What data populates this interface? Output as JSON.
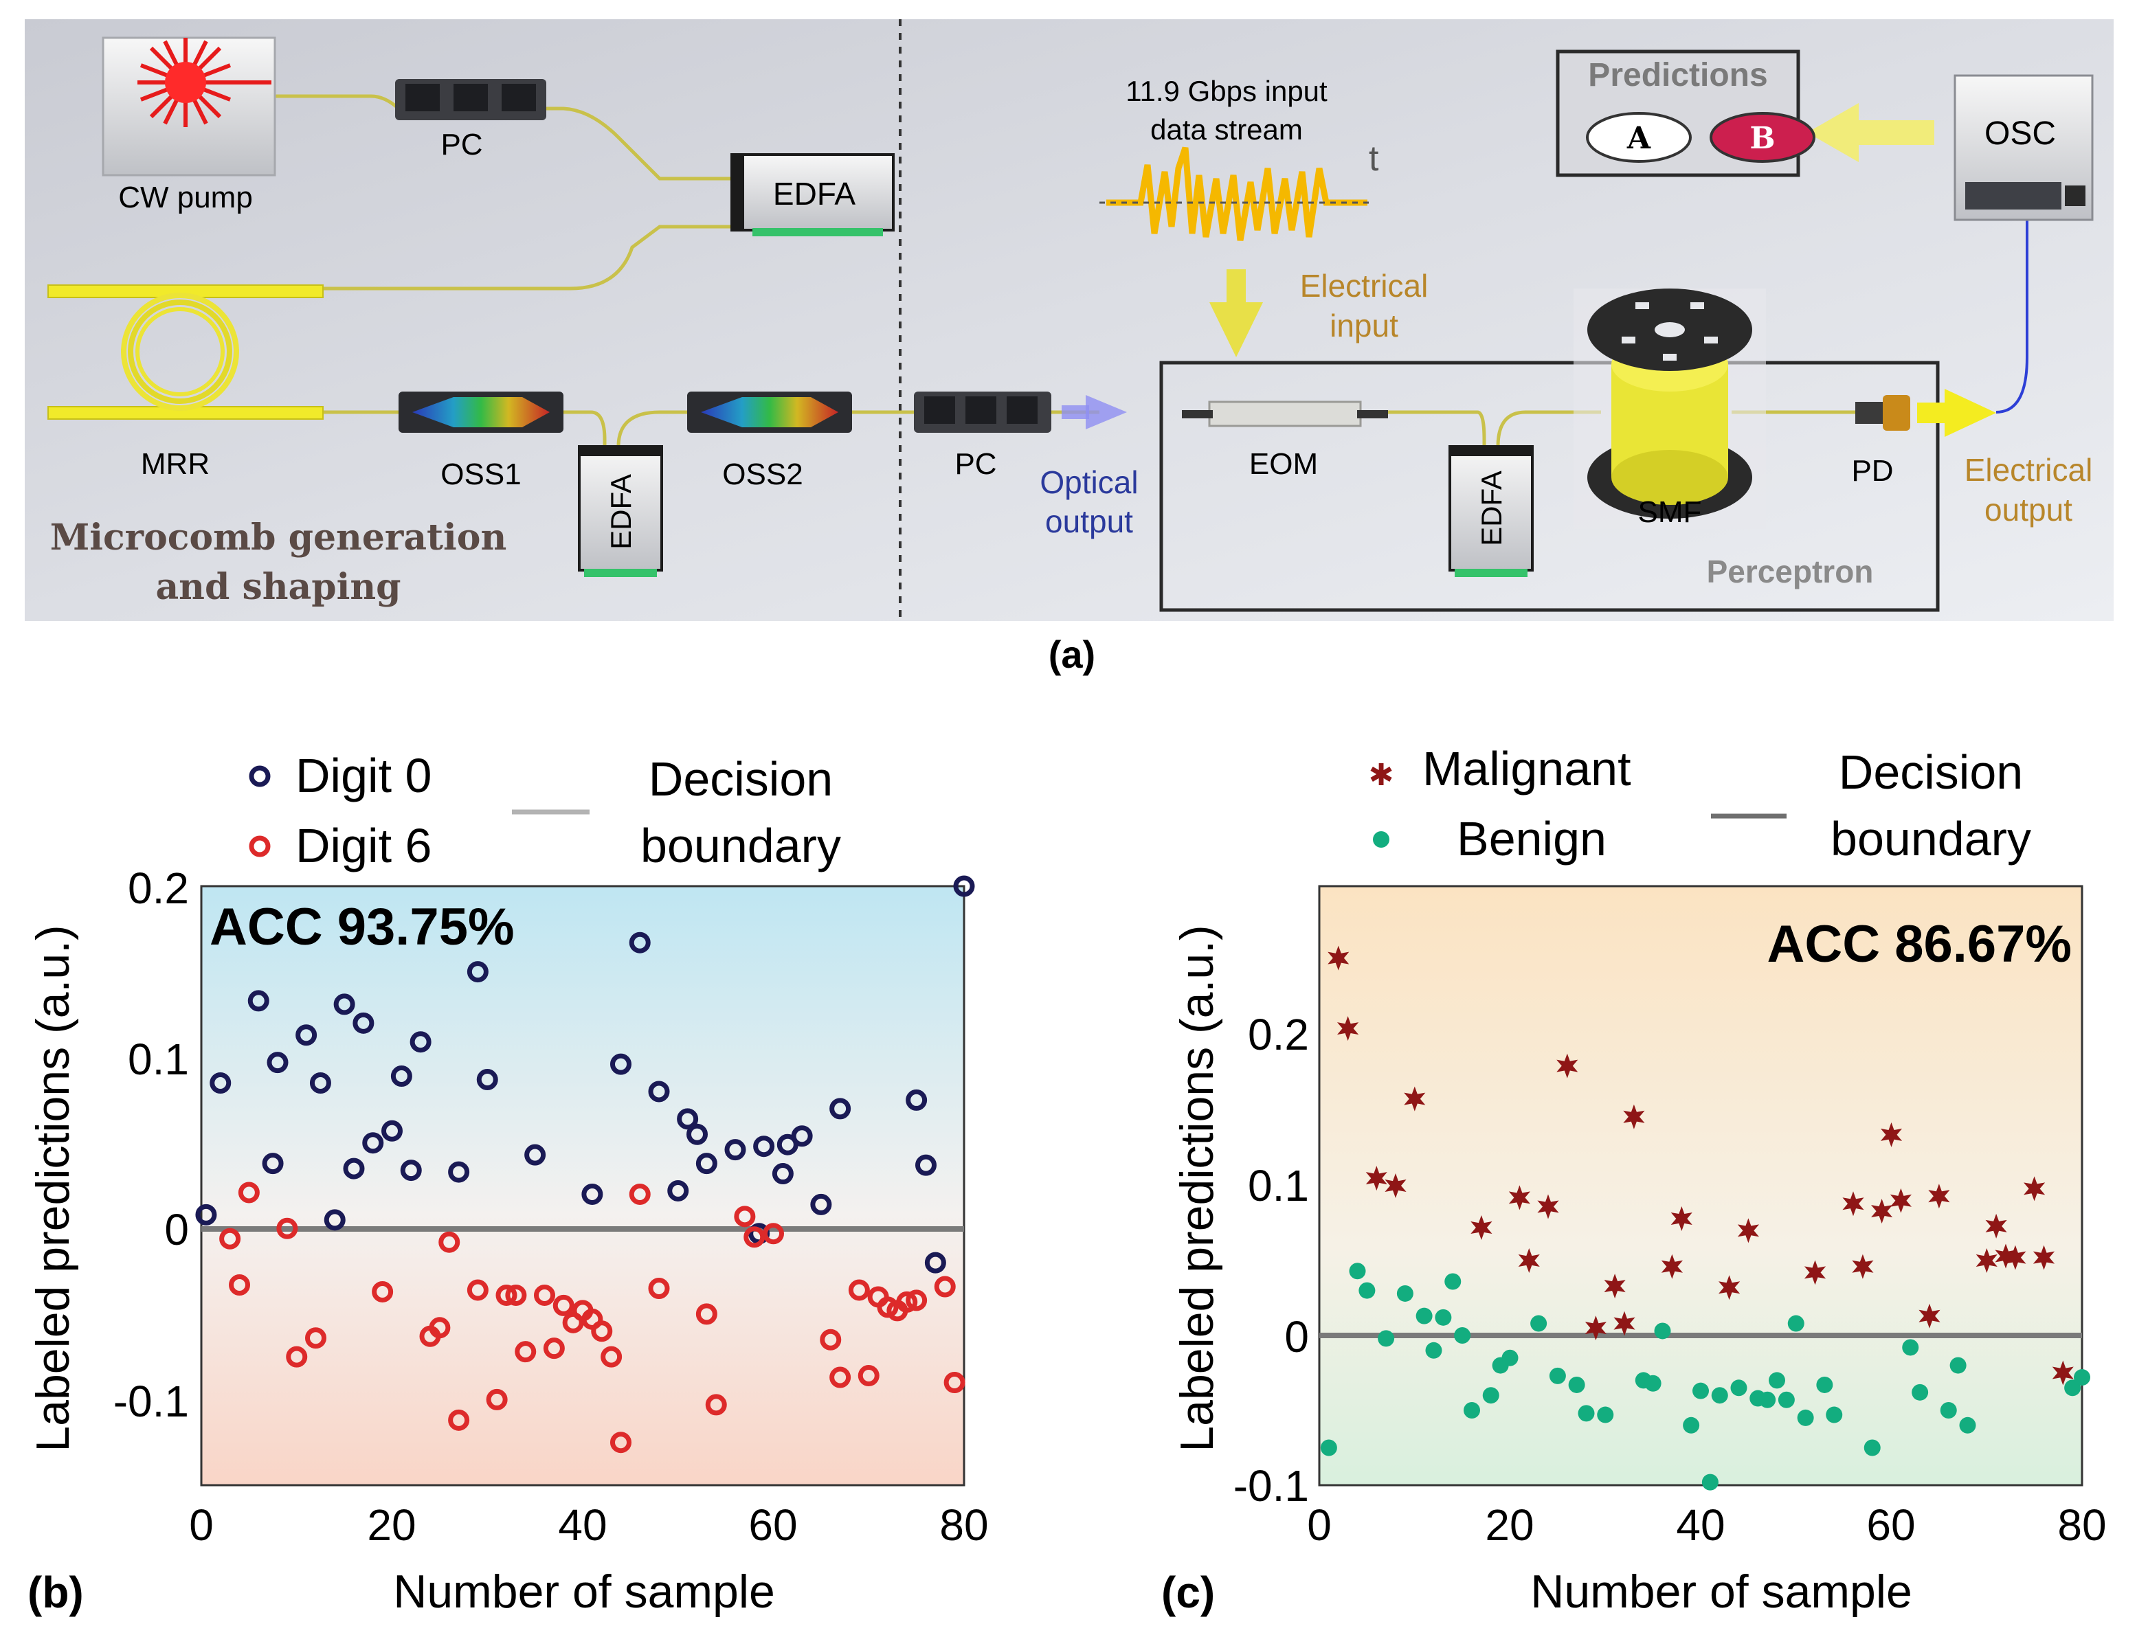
{
  "panel_a": {
    "cw_pump": "CW pump",
    "pc_top": "PC",
    "edfa_top": "EDFA",
    "mrr": "MRR",
    "oss1": "OSS1",
    "oss2": "OSS2",
    "edfa_bottom_left": "EDFA",
    "stage_label_line1": "Microcomb generation",
    "stage_label_line2": "and shaping",
    "pc_right": "PC",
    "optical_output_line1": "Optical",
    "optical_output_line2": "output",
    "input_stream_line1": "11.9 Gbps input",
    "input_stream_line2": "data stream",
    "time_symbol": "t",
    "electrical_input_line1": "Electrical",
    "electrical_input_line2": "input",
    "eom": "EOM",
    "edfa_right": "EDFA",
    "smf": "SMF",
    "pd": "PD",
    "perceptron": "Perceptron",
    "electrical_output_line1": "Electrical",
    "electrical_output_line2": "output",
    "predictions_title": "Predictions",
    "prediction_a": "A",
    "prediction_b": "B",
    "osc": "OSC",
    "caption": "(a)"
  },
  "chart_data": [
    {
      "type": "scatter",
      "panel": "(b)",
      "xlabel": "Number of sample",
      "ylabel": "Labeled predictions (a.u.)",
      "xlim": [
        0,
        80
      ],
      "ylim": [
        -0.15,
        0.2
      ],
      "xticks": [
        "0",
        "20",
        "40",
        "60",
        "80"
      ],
      "yticks": [
        "-0.1",
        "0",
        "0.1",
        "0.2"
      ],
      "annotation": "ACC 93.75%",
      "legend": [
        "Digit 0",
        "Digit 6",
        "Decision boundary"
      ],
      "decision_boundary_label_line1": "Decision",
      "decision_boundary_label_line2": "boundary",
      "background": {
        "top": "#bfe6f2",
        "bottom": "#f9d5c7"
      },
      "series": [
        {
          "name": "Digit 0",
          "color": "#1a1a55",
          "marker": "ring",
          "points": [
            [
              0.5,
              0.008
            ],
            [
              2,
              0.085
            ],
            [
              6,
              0.133
            ],
            [
              7.5,
              0.038
            ],
            [
              8,
              0.097
            ],
            [
              11,
              0.113
            ],
            [
              12.5,
              0.085
            ],
            [
              14,
              0.005
            ],
            [
              15,
              0.131
            ],
            [
              16,
              0.035
            ],
            [
              17,
              0.12
            ],
            [
              18,
              0.05
            ],
            [
              20,
              0.057
            ],
            [
              21,
              0.089
            ],
            [
              22,
              0.034
            ],
            [
              23,
              0.109
            ],
            [
              27,
              0.033
            ],
            [
              29,
              0.15
            ],
            [
              30,
              0.087
            ],
            [
              35,
              0.043
            ],
            [
              41,
              0.02
            ],
            [
              44,
              0.096
            ],
            [
              46,
              0.167
            ],
            [
              48,
              0.08
            ],
            [
              50,
              0.022
            ],
            [
              51,
              0.064
            ],
            [
              52,
              0.055
            ],
            [
              53,
              0.038
            ],
            [
              56,
              0.046
            ],
            [
              58.5,
              -0.003
            ],
            [
              59,
              0.048
            ],
            [
              61,
              0.032
            ],
            [
              61.5,
              0.049
            ],
            [
              63,
              0.054
            ],
            [
              65,
              0.014
            ],
            [
              67,
              0.07
            ],
            [
              75,
              0.075
            ],
            [
              76,
              0.037
            ],
            [
              77,
              -0.02
            ],
            [
              80,
              0.2
            ]
          ]
        },
        {
          "name": "Digit 6",
          "color": "#dd2a2a",
          "marker": "ring",
          "points": [
            [
              3,
              -0.006
            ],
            [
              4,
              -0.033
            ],
            [
              5,
              0.021
            ],
            [
              9,
              0.0
            ],
            [
              10,
              -0.075
            ],
            [
              12,
              -0.064
            ],
            [
              19,
              -0.037
            ],
            [
              24,
              -0.063
            ],
            [
              25,
              -0.058
            ],
            [
              26,
              -0.008
            ],
            [
              27,
              -0.112
            ],
            [
              29,
              -0.036
            ],
            [
              31,
              -0.1
            ],
            [
              32,
              -0.039
            ],
            [
              33,
              -0.039
            ],
            [
              34,
              -0.072
            ],
            [
              36,
              -0.039
            ],
            [
              37,
              -0.07
            ],
            [
              38,
              -0.045
            ],
            [
              39,
              -0.055
            ],
            [
              40,
              -0.048
            ],
            [
              41,
              -0.053
            ],
            [
              42,
              -0.06
            ],
            [
              43,
              -0.075
            ],
            [
              44,
              -0.125
            ],
            [
              46,
              0.02
            ],
            [
              48,
              -0.035
            ],
            [
              53,
              -0.05
            ],
            [
              54,
              -0.103
            ],
            [
              57,
              0.007
            ],
            [
              58,
              -0.005
            ],
            [
              60,
              -0.003
            ],
            [
              66,
              -0.065
            ],
            [
              67,
              -0.087
            ],
            [
              69,
              -0.036
            ],
            [
              70,
              -0.086
            ],
            [
              71,
              -0.04
            ],
            [
              72,
              -0.046
            ],
            [
              73,
              -0.048
            ],
            [
              74,
              -0.043
            ],
            [
              75,
              -0.042
            ],
            [
              78,
              -0.034
            ],
            [
              79,
              -0.09
            ]
          ]
        }
      ]
    },
    {
      "type": "scatter",
      "panel": "(c)",
      "xlabel": "Number of sample",
      "ylabel": "Labeled predictions (a.u.)",
      "xlim": [
        0,
        80
      ],
      "ylim": [
        -0.1,
        0.3
      ],
      "xticks": [
        "0",
        "20",
        "40",
        "60",
        "80"
      ],
      "yticks": [
        "-0.1",
        "0",
        "0.1",
        "0.2"
      ],
      "annotation": "ACC 86.67%",
      "legend": [
        "Malignant",
        "Benign",
        "Decision boundary"
      ],
      "decision_boundary_label_line1": "Decision",
      "decision_boundary_label_line2": "boundary",
      "background": {
        "top": "#fbe3c2",
        "bottom": "#d9f0de"
      },
      "series": [
        {
          "name": "Malignant",
          "color": "#8f1616",
          "marker": "star",
          "points": [
            [
              2,
              0.252
            ],
            [
              3,
              0.205
            ],
            [
              6,
              0.105
            ],
            [
              8,
              0.1
            ],
            [
              10,
              0.158
            ],
            [
              17,
              0.072
            ],
            [
              21,
              0.092
            ],
            [
              22,
              0.05
            ],
            [
              24,
              0.086
            ],
            [
              26,
              0.18
            ],
            [
              29,
              0.005
            ],
            [
              31,
              0.033
            ],
            [
              32,
              0.008
            ],
            [
              33,
              0.146
            ],
            [
              37,
              0.046
            ],
            [
              38,
              0.078
            ],
            [
              43,
              0.032
            ],
            [
              45,
              0.07
            ],
            [
              52,
              0.042
            ],
            [
              56,
              0.088
            ],
            [
              57,
              0.046
            ],
            [
              59,
              0.083
            ],
            [
              60,
              0.134
            ],
            [
              61,
              0.09
            ],
            [
              64,
              0.013
            ],
            [
              65,
              0.093
            ],
            [
              70,
              0.05
            ],
            [
              71,
              0.073
            ],
            [
              72,
              0.053
            ],
            [
              73,
              0.052
            ],
            [
              75,
              0.098
            ],
            [
              76,
              0.052
            ],
            [
              78,
              -0.025
            ]
          ]
        },
        {
          "name": "Benign",
          "color": "#13ad7f",
          "marker": "dot",
          "points": [
            [
              1,
              -0.075
            ],
            [
              4,
              0.043
            ],
            [
              5,
              0.03
            ],
            [
              7,
              -0.002
            ],
            [
              9,
              0.028
            ],
            [
              11,
              0.013
            ],
            [
              12,
              -0.01
            ],
            [
              13,
              0.012
            ],
            [
              14,
              0.036
            ],
            [
              15,
              0.0
            ],
            [
              16,
              -0.05
            ],
            [
              18,
              -0.04
            ],
            [
              19,
              -0.02
            ],
            [
              20,
              -0.015
            ],
            [
              23,
              0.008
            ],
            [
              25,
              -0.027
            ],
            [
              27,
              -0.033
            ],
            [
              28,
              -0.052
            ],
            [
              30,
              -0.053
            ],
            [
              34,
              -0.03
            ],
            [
              35,
              -0.032
            ],
            [
              36,
              0.003
            ],
            [
              39,
              -0.06
            ],
            [
              40,
              -0.037
            ],
            [
              41,
              -0.098
            ],
            [
              42,
              -0.04
            ],
            [
              44,
              -0.035
            ],
            [
              46,
              -0.042
            ],
            [
              47,
              -0.043
            ],
            [
              48,
              -0.03
            ],
            [
              49,
              -0.043
            ],
            [
              50,
              0.008
            ],
            [
              51,
              -0.055
            ],
            [
              53,
              -0.033
            ],
            [
              54,
              -0.053
            ],
            [
              58,
              -0.075
            ],
            [
              62,
              -0.008
            ],
            [
              63,
              -0.038
            ],
            [
              66,
              -0.05
            ],
            [
              67,
              -0.02
            ],
            [
              68,
              -0.06
            ],
            [
              79,
              -0.035
            ],
            [
              80,
              -0.028
            ]
          ]
        }
      ]
    }
  ]
}
